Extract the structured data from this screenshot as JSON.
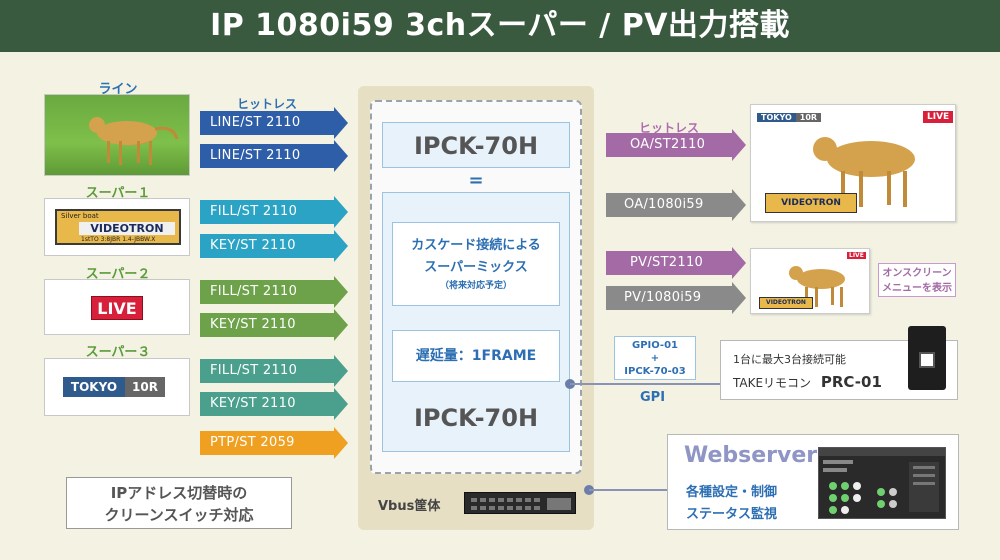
{
  "header": {
    "title": "IP 1080i59 3chスーパー / PV出力搭載"
  },
  "inputs": {
    "line_label": "ライン",
    "hitless_label": "ヒットレス",
    "super1_label": "スーパー１",
    "super2_label": "スーパー２",
    "super3_label": "スーパー３",
    "super1_brand": "VIDEOTRON",
    "super1_small_top": "Silver boat",
    "super1_small_sub": "1stTO 3:8JBR 1.4-JBBW.X",
    "super2_text": "LIVE",
    "super3_city": "TOKYO",
    "super3_time": "10R"
  },
  "arrows_in": [
    {
      "text": "LINE/ST 2110"
    },
    {
      "text": "LINE/ST 2110"
    },
    {
      "text": "FILL/ST 2110"
    },
    {
      "text": "KEY/ST 2110"
    },
    {
      "text": "FILL/ST 2110"
    },
    {
      "text": "KEY/ST 2110"
    },
    {
      "text": "FILL/ST 2110"
    },
    {
      "text": "KEY/ST 2110"
    },
    {
      "text": "PTP/ST 2059"
    }
  ],
  "center": {
    "model_top": "IPCK-70H",
    "equals": "=",
    "cascade_line1": "カスケード接続による",
    "cascade_line2": "スーパーミックス",
    "cascade_note": "（将来対応予定）",
    "delay": "遅延量：1FRAME",
    "model_bottom": "IPCK-70H",
    "vbus": "Vbus筐体"
  },
  "outputs": {
    "hitless_label": "ヒットレス",
    "arrows": [
      {
        "text": "OA/ST2110"
      },
      {
        "text": "OA/1080i59"
      },
      {
        "text": "PV/ST2110"
      },
      {
        "text": "PV/1080i59"
      }
    ],
    "oa_badge": "LIVE",
    "oa_tag_city": "TOKYO",
    "oa_tag_time": "10R",
    "oa_brand": "VIDEOTRON",
    "pv_badge": "LIVE",
    "pv_brand": "VIDEOTRON",
    "onscreen_line1": "オンスクリーン",
    "onscreen_line2": "メニューを表示"
  },
  "gpi": {
    "box_line1": "GPIO-01",
    "box_line2": "+",
    "box_line3": "IPCK-70-03",
    "label": "GPI",
    "panel_line1": "1台に最大3台接続可能",
    "panel_line2a": "TAKEリモコン",
    "panel_line2b": "PRC-01"
  },
  "webserver": {
    "title": "Webserver",
    "line1": "各種設定・制御",
    "line2": "ステータス監視"
  },
  "note": {
    "line1": "IPアドレス切替時の",
    "line2": "クリーンスイッチ対応"
  },
  "colors": {
    "header": "#3a5a40",
    "background": "#f3f2e3",
    "blue_arrow": "#2f5ea8",
    "teal_arrow": "#2aa3c4",
    "green_arrow": "#6da24a",
    "orange_arrow": "#f0a020",
    "purple_arrow": "#a46aa6",
    "gray_arrow": "#8a8a8a"
  }
}
